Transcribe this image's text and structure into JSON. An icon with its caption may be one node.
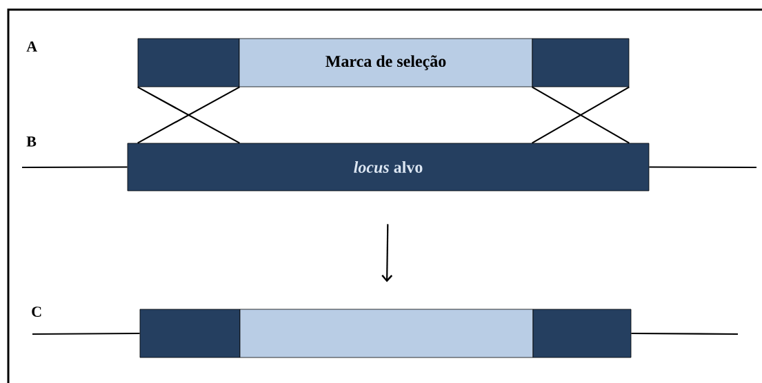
{
  "diagram": {
    "nodes": [
      {
        "text": [],
        "shape": "box"
      },
      {
        "text": [
          "Marca de seleção"
        ]
      },
      {
        "text": [],
        "shape": "box"
      },
      {
        "text": [
          "*locus* alvo"
        ]
      },
      {
        "text": [],
        "shape": "box"
      },
      {
        "text": [],
        "shape": "box"
      },
      {
        "text": [],
        "shape": "box"
      }
    ],
    "edges": [
      {
        "from": 0,
        "to": 3,
        "arrow": "none"
      },
      {
        "from": 2,
        "to": 3,
        "arrow": "none"
      },
      {
        "from": null,
        "to": 3,
        "arrow": "none"
      },
      {
        "from": 3,
        "to": null,
        "arrow": "none"
      },
      {
        "from": 3,
        "to": 5,
        "arrow": "to"
      },
      {
        "from": null,
        "to": 4,
        "arrow": "none"
      },
      {
        "from": 6,
        "to": null,
        "arrow": "none"
      }
    ],
    "labels": [
      "A",
      "B",
      "C"
    ]
  }
}
